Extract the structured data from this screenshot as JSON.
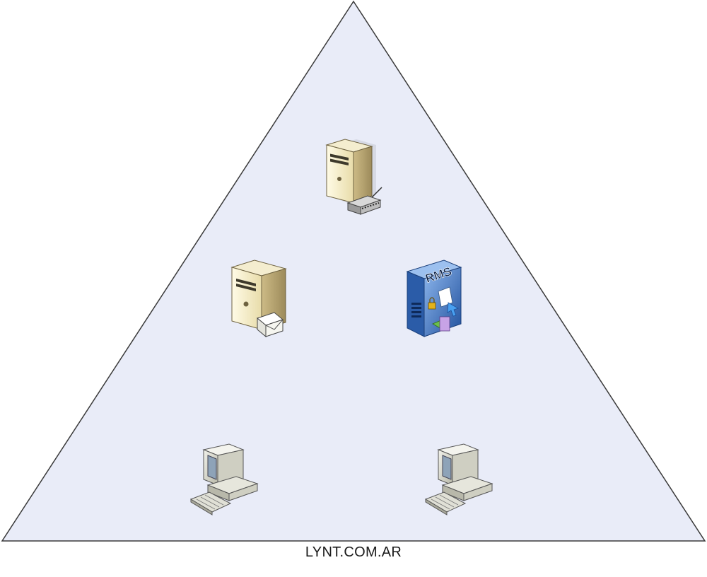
{
  "diagram": {
    "domain_label": "LYNT.COM.AR",
    "triangle_fill": "#e9ecf8",
    "triangle_stroke": "#3a3a3a",
    "nodes": [
      {
        "name": "server-with-hub-icon",
        "role": "server"
      },
      {
        "name": "server-with-mail-icon",
        "role": "mail-server"
      },
      {
        "name": "rms-server-icon",
        "role": "rms-server",
        "label": "RMS"
      },
      {
        "name": "workstation-left-icon",
        "role": "workstation"
      },
      {
        "name": "workstation-right-icon",
        "role": "workstation"
      }
    ]
  }
}
